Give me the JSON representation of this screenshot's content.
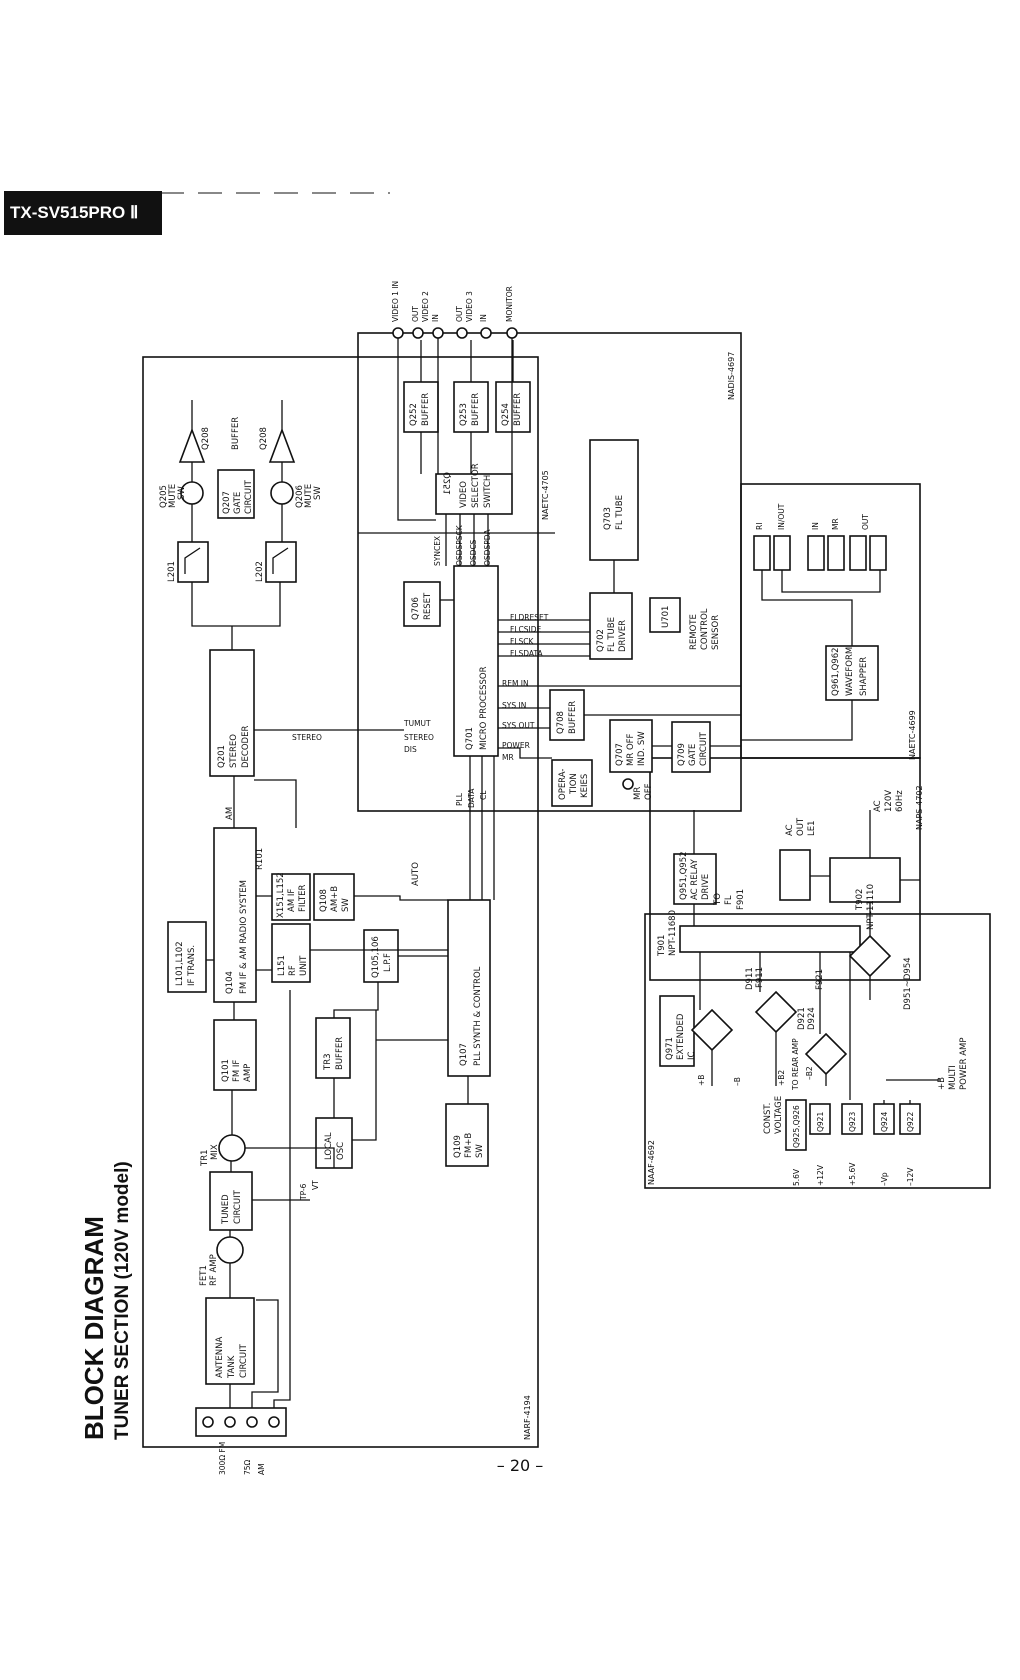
{
  "header": {
    "model": "TX-SV515PRO Ⅱ"
  },
  "title": {
    "main": "BLOCK DIAGRAM",
    "sub": "TUNER SECTION (120V model)"
  },
  "page": {
    "number": "– 20 –"
  },
  "boards": [
    "NARF-4194",
    "NADIS-4697",
    "NAETC-4705",
    "NAETC-4699",
    "NAPS-4702",
    "NAAF-4692"
  ],
  "antenna": {
    "terminals": [
      "300Ω FM",
      "75Ω",
      "AM"
    ]
  },
  "blocks": {
    "antenna_tank": [
      "ANTENNA",
      "TANK",
      "CIRCUIT"
    ],
    "fet1": [
      "FET1",
      "RF AMP"
    ],
    "tuned": [
      "TUNED",
      "CIRCUIT"
    ],
    "tp6": [
      "TP-6",
      "VT"
    ],
    "tr1": [
      "TR1",
      "MIX"
    ],
    "local_osc": [
      "LOCAL",
      "OSC"
    ],
    "q101": [
      "Q101",
      "FM IF",
      "AMP"
    ],
    "tr3": [
      "TR3",
      "BUFFER"
    ],
    "q109": [
      "Q109",
      "FM+B",
      "SW"
    ],
    "q104": [
      "Q104",
      "FM IF  &  AM RADIO SYSTEM"
    ],
    "l101": [
      "L101,L102",
      "IF TRANS."
    ],
    "l151": [
      "L151",
      "RF",
      "UNIT"
    ],
    "x151": [
      "X151,L152",
      "AM IF",
      "FILTER"
    ],
    "q108": [
      "Q108",
      "AM+B",
      "SW"
    ],
    "q105": [
      "Q105,106",
      "L.P.F"
    ],
    "q107": [
      "Q107",
      "PLL SYNTH  &  CONTROL"
    ],
    "r101": "R101",
    "am": "AM",
    "auto": "AUTO",
    "q201": [
      "Q201",
      "STEREO",
      "DECODER"
    ],
    "l201": "L201",
    "l202": "L202",
    "q205": [
      "Q205",
      "MUTE",
      "SW"
    ],
    "q206": [
      "Q206",
      "MUTE",
      "SW"
    ],
    "q207": [
      "Q207",
      "GATE",
      "CIRCUIT"
    ],
    "q208a": "Q208",
    "q208b": "Q208",
    "buffer_lbl": "BUFFER",
    "q701": [
      "Q701",
      "MICRO PROCESSOR"
    ],
    "q706": [
      "Q706",
      "RESET"
    ],
    "q702": [
      "Q702",
      "FL TUBE",
      "DRIVER"
    ],
    "q703": [
      "Q703",
      "FL TUBE"
    ],
    "u701": "U701",
    "remote": [
      "REMOTE",
      "CONTROL",
      "SENSOR"
    ],
    "q708": [
      "Q708",
      "BUFFER"
    ],
    "q707": [
      "Q707",
      "MR OFF",
      "IND. SW"
    ],
    "q709": [
      "Q709",
      "GATE",
      "CIRCUIT"
    ],
    "operation": [
      "OPERA-",
      "TION",
      "KEIES"
    ],
    "mroff": [
      "MR",
      "OFF"
    ],
    "q251": [
      "Q251",
      "VIDEO",
      "SELECTOR",
      "SWITCH"
    ],
    "q252": [
      "Q252",
      "BUFFER"
    ],
    "q253": [
      "Q253",
      "BUFFER"
    ],
    "q254": [
      "Q254",
      "BUFFER"
    ],
    "q961": [
      "Q961,Q962",
      "WAVEFORM",
      "SHAPPER"
    ],
    "q951": [
      "Q951,Q952",
      "AC RELAY",
      "DRIVE"
    ],
    "q971": [
      "Q971",
      "EXTENDED",
      "IC"
    ],
    "t901": [
      "T901",
      "NPT-11680"
    ],
    "t902": [
      "T902",
      "NPT-11110"
    ],
    "ac_plug": [
      "AC",
      "120V",
      "60Hz"
    ],
    "ac_out": [
      "AC",
      "OUT",
      "LE1"
    ],
    "to_fl": [
      "TO",
      "FL"
    ],
    "f901": "F901",
    "f911": "F911",
    "d911": "D911",
    "f921": "F921",
    "d921": [
      "D921",
      "D924"
    ],
    "d951": "D951~D954",
    "const": [
      "CONST.",
      "VOLTAGE"
    ],
    "regs": [
      "Q925,Q926",
      "Q921",
      "Q923",
      "Q924",
      "Q922"
    ],
    "to_rear": "TO REAR AMP",
    "multi": [
      "+B",
      "MULTI",
      "POWER AMP"
    ]
  },
  "rails": [
    "5.6V",
    "+12V",
    "+5.6V",
    "–Vp",
    "–12V",
    "+B",
    "–B",
    "+B2",
    "–B2"
  ],
  "jacks": [
    "VIDEO 1 IN",
    "OUT",
    "VIDEO 2",
    "IN",
    "OUT",
    "VIDEO 3",
    "IN",
    "MONITOR"
  ],
  "signals": {
    "osd": [
      "SYNCEX",
      "OSDSPSCK",
      "OSDCS",
      "OSDSPDA"
    ],
    "fl": [
      "FLDRESET",
      "FLCSIDE",
      "FLSCK",
      "FLSDATA"
    ],
    "io": [
      "REM IN",
      "SYS IN",
      "SYS OUT",
      "POWER",
      "MR"
    ],
    "left": [
      "TUMUT",
      "STEREO",
      "DIS"
    ],
    "stereo": "STEREO",
    "pll": [
      "PLL",
      "DATA",
      "CL"
    ]
  },
  "rear": {
    "rin": "RI",
    "inout": "IN/OUT",
    "in": "IN",
    "mr": "MR",
    "out": "OUT"
  }
}
